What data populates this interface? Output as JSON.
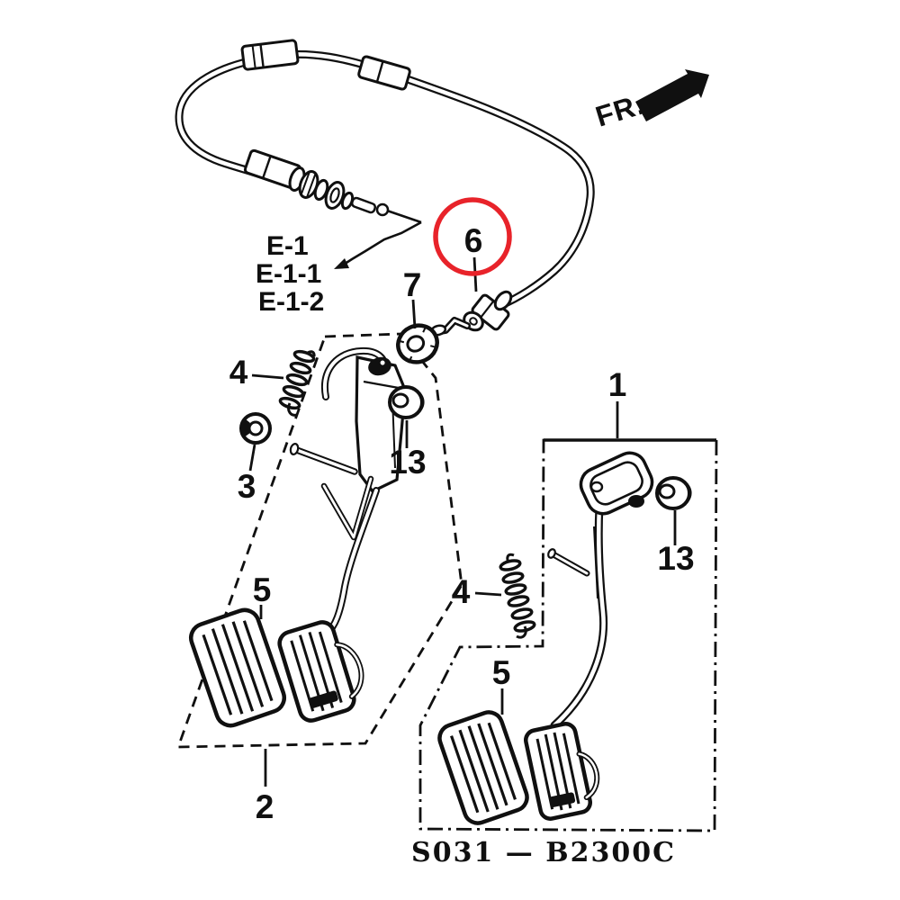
{
  "colors": {
    "ink": "#101010",
    "highlight": "#e8232a",
    "paper": "#ffffff"
  },
  "direction_indicator": {
    "label": "FR."
  },
  "reference_labels": {
    "row1": "E-1",
    "row2": "E-1-1",
    "row3": "E-1-2"
  },
  "callouts": {
    "right_assembly": "1",
    "left_assembly": "2",
    "nut": "3",
    "spring_left": "4",
    "spring_right": "4",
    "pedal_pad_left": "5",
    "pedal_pad_right": "5",
    "cable_end_highlighted": "6",
    "grommet": "7",
    "bushing_left": "13",
    "bushing_right": "13"
  },
  "footer": {
    "diagram_code": "S031 — B2300C"
  }
}
